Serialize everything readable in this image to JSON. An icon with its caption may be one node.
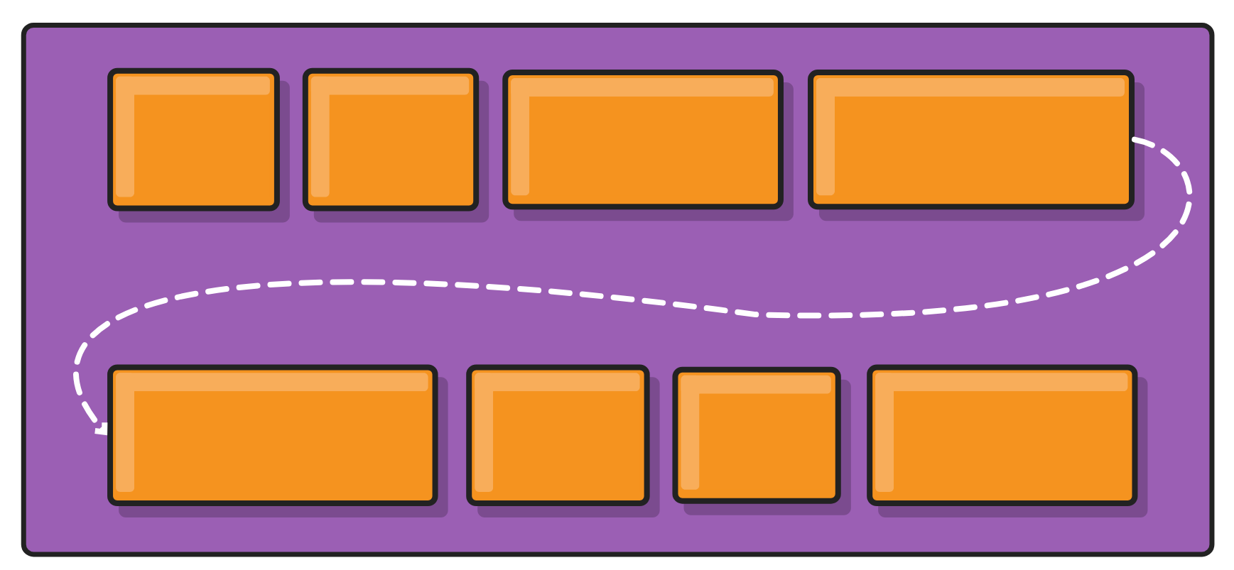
{
  "diagram": {
    "nodes": [
      {
        "text": [],
        "shape": "box"
      },
      {
        "text": [],
        "shape": "box",
        "in": 0
      },
      {
        "text": [],
        "shape": "box",
        "in": 0
      },
      {
        "text": [],
        "shape": "box",
        "in": 0
      },
      {
        "text": [],
        "shape": "box",
        "in": 0
      },
      {
        "text": [],
        "shape": "box",
        "in": 0
      },
      {
        "text": [],
        "shape": "box",
        "in": 0
      },
      {
        "text": [],
        "shape": "box",
        "in": 0
      },
      {
        "text": [],
        "shape": "box",
        "in": 0
      }
    ],
    "edges": [
      {
        "from": 4,
        "to": 5,
        "arrow": "to",
        "style": "dashed"
      }
    ]
  }
}
